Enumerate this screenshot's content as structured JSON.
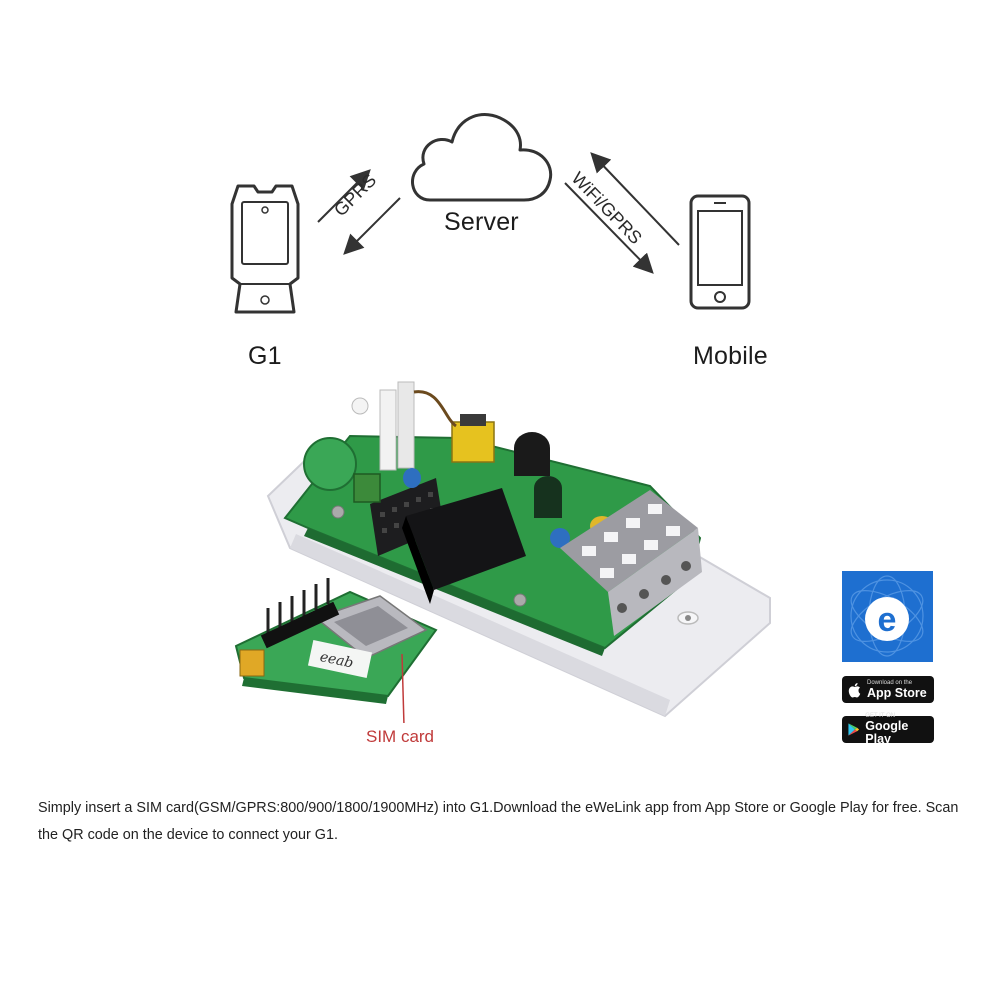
{
  "diagram": {
    "server_label": "Server",
    "device_label": "G1",
    "mobile_label": "Mobile",
    "gprs_label": "GPRS",
    "wifi_gprs_label": "WiFi/GPRS"
  },
  "product": {
    "sim_label": "SIM card",
    "module_marking": "eeab"
  },
  "apps": {
    "ewelink_letter": "e",
    "app_store_small": "Download on the",
    "app_store_big": "App Store",
    "google_play_small": "GET IT ON",
    "google_play_big": "Google Play"
  },
  "caption": {
    "text": "Simply insert a SIM card(GSM/GPRS:800/900/1800/1900MHz) into G1.Download the eWeLink app from App Store or Google Play for free. Scan the QR code on the device to connect your G1."
  },
  "colors": {
    "ewelink_blue": "#1e6fd0",
    "sim_red": "#c03a3a",
    "pcb_green": "#2f9a48"
  }
}
